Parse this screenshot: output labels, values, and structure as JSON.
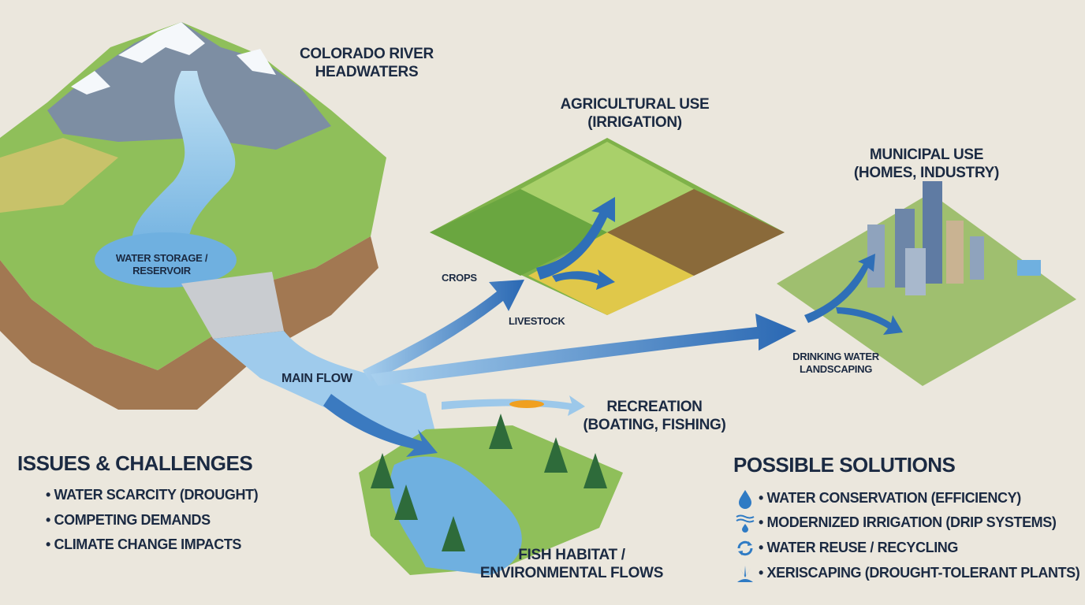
{
  "labels": {
    "headwaters": [
      "COLORADO RIVER",
      "HEADWATERS"
    ],
    "agricultural": [
      "AGRICULTURAL USE",
      "(IRRIGATION)"
    ],
    "municipal": [
      "MUNICIPAL USE",
      "(HOMES, INDUSTRY)"
    ],
    "reservoir": [
      "WATER STORAGE /",
      "RESERVOIR"
    ],
    "crops": "CROPS",
    "livestock": "LIVESTOCK",
    "main_flow": "MAIN FLOW",
    "drinking": [
      "DRINKING WATER",
      "LANDSCAPING"
    ],
    "recreation": [
      "RECREATION",
      "(BOATING, FISHING)"
    ],
    "fish": [
      "FISH HABITAT /",
      "ENVIRONMENTAL FLOWS"
    ]
  },
  "issues": {
    "title": "ISSUES & CHALLENGES",
    "items": [
      "WATER SCARCITY (DROUGHT)",
      "COMPETING DEMANDS",
      "CLIMATE CHANGE IMPACTS"
    ]
  },
  "solutions": {
    "title": "POSSIBLE SOLUTIONS",
    "items": [
      {
        "icon": "water-drop-icon",
        "label": "WATER CONSERVATION (EFFICIENCY)"
      },
      {
        "icon": "drip-irrigation-icon",
        "label": "MODERNIZED IRRIGATION (DRIP SYSTEMS)"
      },
      {
        "icon": "recycle-icon",
        "label": "WATER REUSE / RECYCLING"
      },
      {
        "icon": "plant-icon",
        "label": "XERISCAPING (DROUGHT-TOLERANT PLANTS)"
      }
    ]
  },
  "colors": {
    "background": "#ebe7dd",
    "text": "#1b2a42",
    "water": "#3f86c8",
    "arrow": "#2f6fb7"
  }
}
